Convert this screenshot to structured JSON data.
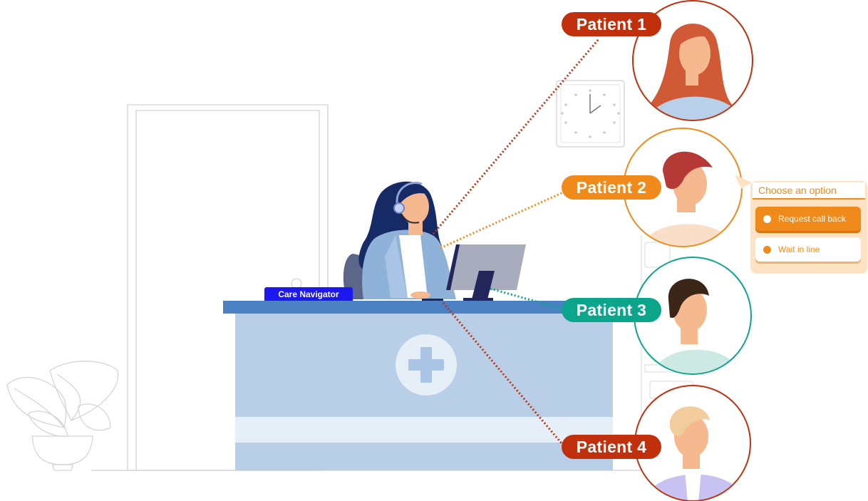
{
  "badge": {
    "label": "Care Navigator",
    "color": "#1d18f0"
  },
  "patients": [
    {
      "label": "Patient 1",
      "color": "#c0300c"
    },
    {
      "label": "Patient 2",
      "color": "#f08a1a"
    },
    {
      "label": "Patient 3",
      "color": "#0aa58a"
    },
    {
      "label": "Patient 4",
      "color": "#c0300c"
    }
  ],
  "options_menu": {
    "title": "Choose an option",
    "options": [
      {
        "label": "Request call back",
        "selected": true
      },
      {
        "label": "Wait in line",
        "selected": false
      }
    ]
  },
  "icons": [
    "clock-icon",
    "medical-cross-icon",
    "headset-icon",
    "monitor-icon",
    "plant-icon"
  ]
}
